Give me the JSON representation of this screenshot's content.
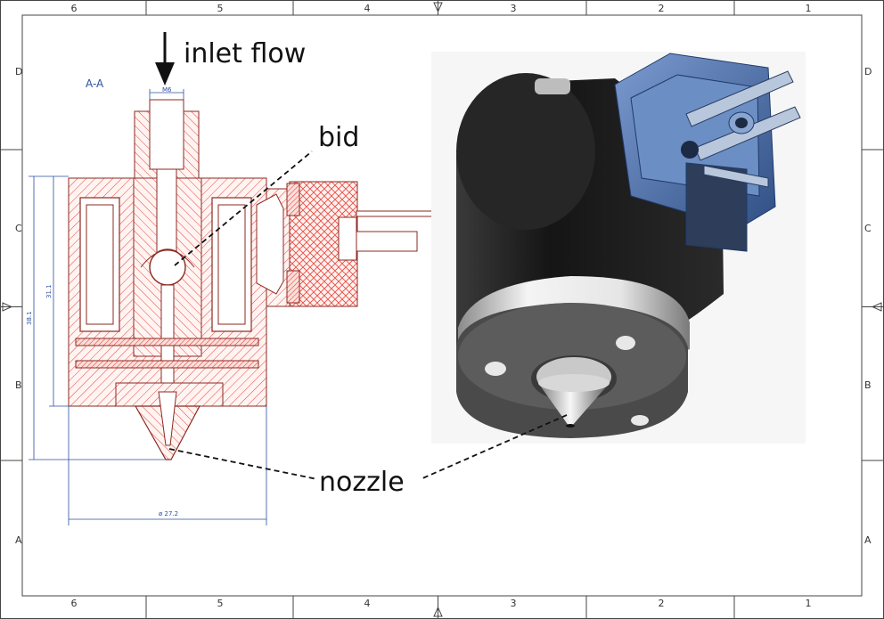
{
  "frame": {
    "columns": [
      "6",
      "5",
      "4",
      "3",
      "2",
      "1"
    ],
    "rows_left": [
      "D",
      "C",
      "B",
      "A"
    ],
    "rows_right": [
      "D",
      "C",
      "B",
      "A"
    ]
  },
  "section_label": "A-A",
  "dimensions": {
    "inlet_thread": "M6",
    "height_total": "38.1",
    "height_body": "31.1",
    "width": "ø 27.2"
  },
  "callouts": {
    "inlet": "inlet flow",
    "ball": "bid",
    "nozzle": "nozzle"
  },
  "colors": {
    "hatch": "#e8453c",
    "dimension": "#2b4f9e",
    "body_dark": "#1e1e1e",
    "connector_blue": "#5a7fb8"
  }
}
